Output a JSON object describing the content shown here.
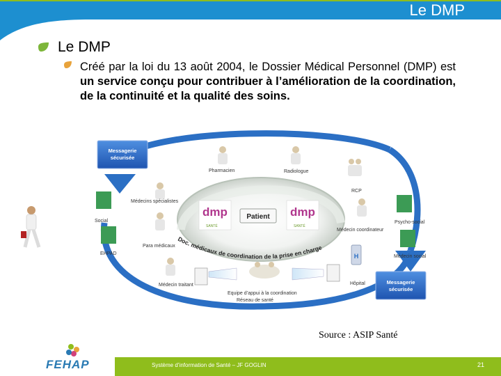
{
  "header": {
    "title": "Le DMP"
  },
  "content": {
    "heading": "Le DMP",
    "paragraph_normal": "Créé par la loi du 13 août 2004, le Dossier Médical Personnel (DMP) est ",
    "paragraph_bold": "un service conçu pour contribuer à l’amélioration de la coordination, de la continuité et la qualité des soins."
  },
  "diagram": {
    "messagerie_top_line1": "Messagerie",
    "messagerie_top_line2": "sécurisée",
    "messagerie_bottom_line1": "Messagerie",
    "messagerie_bottom_line2": "sécurisée",
    "center_label": "Patient",
    "arc_label": "Doc. médicaux de coordination de la prise en charge",
    "dmp_logo_left": "dmp",
    "dmp_logo_right": "dmp",
    "dmp_sub": "SANTÉ",
    "actors": {
      "pharmacien": "Pharmacien",
      "radiologue": "Radiologue",
      "rcp": "RCP",
      "medecins_specialistes": "Médecins spécialistes",
      "medecin_coordinateur": "Médecin coordinateur",
      "psycho_social": "Psycho-social",
      "social": "Social",
      "ehpad": "EHPAD",
      "para_medicaux": "Para médicaux",
      "medecin_social": "Médecin social",
      "medecin_traitant": "Médecin traitant",
      "equipe_line1": "Equipe d’appui à la coordination",
      "equipe_line2": "Réseau de santé",
      "hopital": "Hôpital"
    }
  },
  "source": "Source : ASIP Santé",
  "footer": {
    "text": "Système d’information de Santé – JF GOGLIN",
    "page": "21",
    "logo": "FEHAP"
  },
  "colors": {
    "accent_blue": "#1d8fd0",
    "header_green": "#8fbd1c",
    "arrow_blue": "#2b6fc4",
    "bullet_green": "#7db63a"
  }
}
